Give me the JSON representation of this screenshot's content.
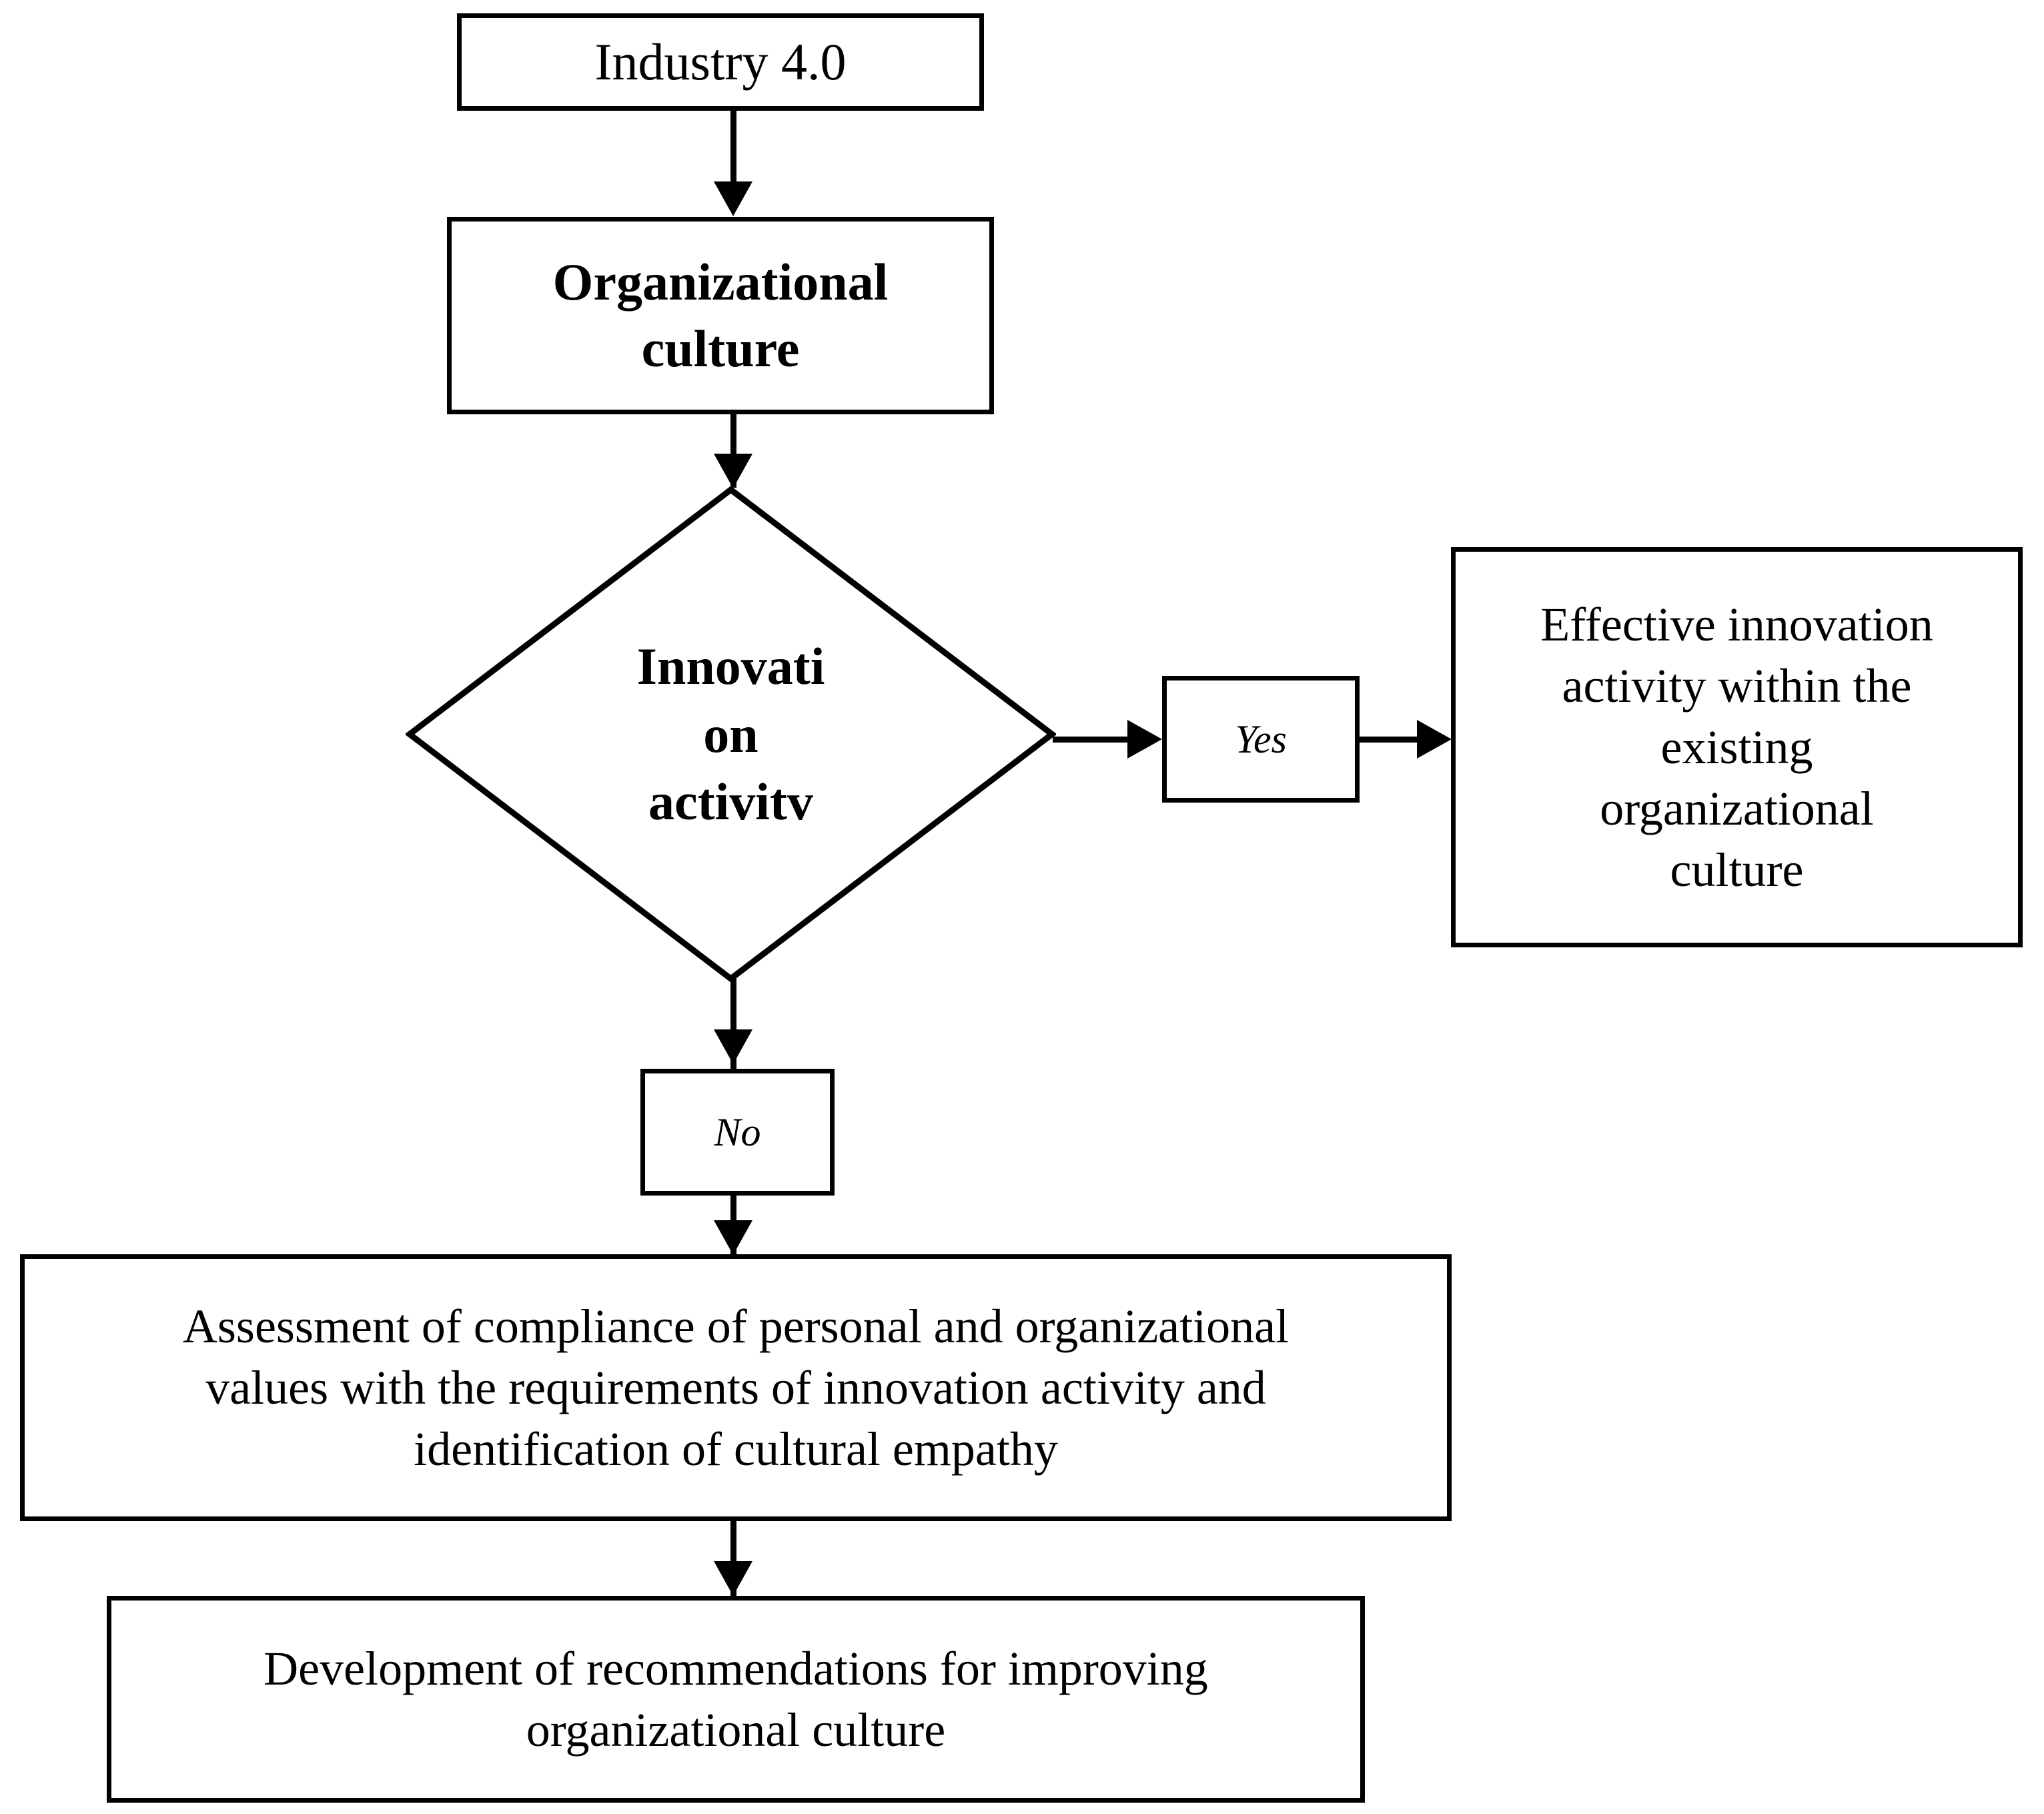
{
  "diagram": {
    "title": "Organizational culture and innovation activity flowchart",
    "type": "flowchart",
    "background_color": "#ffffff",
    "line_color": "#000000",
    "text_color": "#000000",
    "nodes": {
      "industry": {
        "id": "industry-4-0",
        "shape": "rectangle",
        "label": "Industry 4.0",
        "style": "regular"
      },
      "organizational_culture": {
        "id": "organizational-culture",
        "shape": "rectangle",
        "label": "Organizational\nculture",
        "style": "bold"
      },
      "decision": {
        "id": "innovation-activity-decision",
        "shape": "diamond",
        "label": "Innovati\non\nactivitv",
        "style": "bold"
      },
      "yes": {
        "id": "yes-branch",
        "shape": "rectangle",
        "label": "Yes",
        "style": "italic"
      },
      "no": {
        "id": "no-branch",
        "shape": "rectangle",
        "label": "No",
        "style": "italic"
      },
      "effective": {
        "id": "effective-innovation-outcome",
        "shape": "rectangle",
        "label": "Effective innovation\nactivity within the\nexisting\norganizational\nculture",
        "style": "regular"
      },
      "assessment": {
        "id": "assessment-of-compliance",
        "shape": "rectangle",
        "label": "Assessment of compliance of personal and organizational\nvalues with the requirements of innovation activity and\nidentification of cultural empathy",
        "style": "regular"
      },
      "development": {
        "id": "development-of-recommendations",
        "shape": "rectangle",
        "label": "Development of recommendations for improving\norganizational culture",
        "style": "regular"
      }
    },
    "edges": [
      {
        "from": "industry",
        "to": "organizational_culture",
        "direction": "down",
        "label": ""
      },
      {
        "from": "organizational_culture",
        "to": "decision",
        "direction": "down",
        "label": ""
      },
      {
        "from": "decision",
        "to": "yes",
        "direction": "right",
        "label": "Yes"
      },
      {
        "from": "yes",
        "to": "effective",
        "direction": "right",
        "label": ""
      },
      {
        "from": "decision",
        "to": "no",
        "direction": "down",
        "label": "No"
      },
      {
        "from": "no",
        "to": "assessment",
        "direction": "down",
        "label": ""
      },
      {
        "from": "assessment",
        "to": "development",
        "direction": "down",
        "label": ""
      }
    ]
  }
}
